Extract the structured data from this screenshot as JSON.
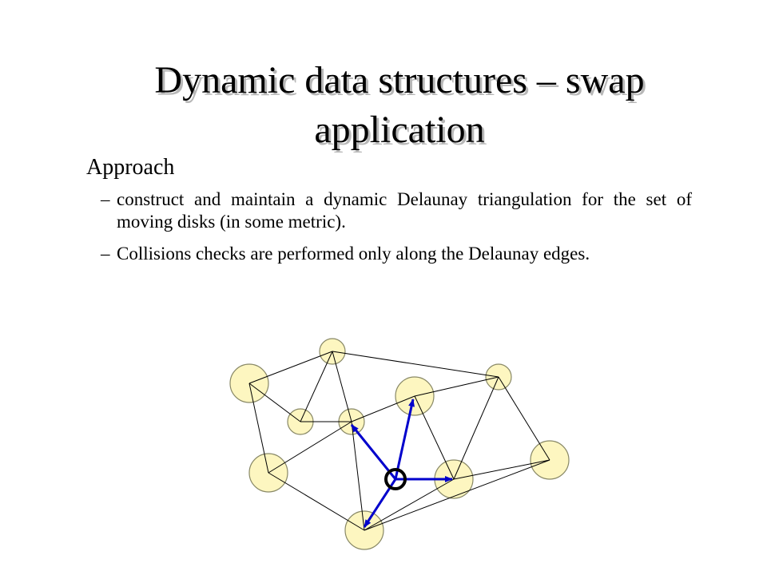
{
  "slide": {
    "title_line1": "Dynamic data structures – swap",
    "title_line2": "application",
    "heading": "Approach",
    "bullets": [
      {
        "dash": "–",
        "text": "construct and maintain a dynamic Delaunay triangulation for the set of moving disks (in some metric)."
      },
      {
        "dash": "–",
        "text": "Collisions checks are performed only along the Delaunay edges."
      }
    ]
  },
  "diagram": {
    "disk_fill": "#fdf6c0",
    "disk_stroke": "#888866",
    "edge_color": "#000000",
    "arrow_color": "#0000cc",
    "marker_color": "#000000"
  }
}
